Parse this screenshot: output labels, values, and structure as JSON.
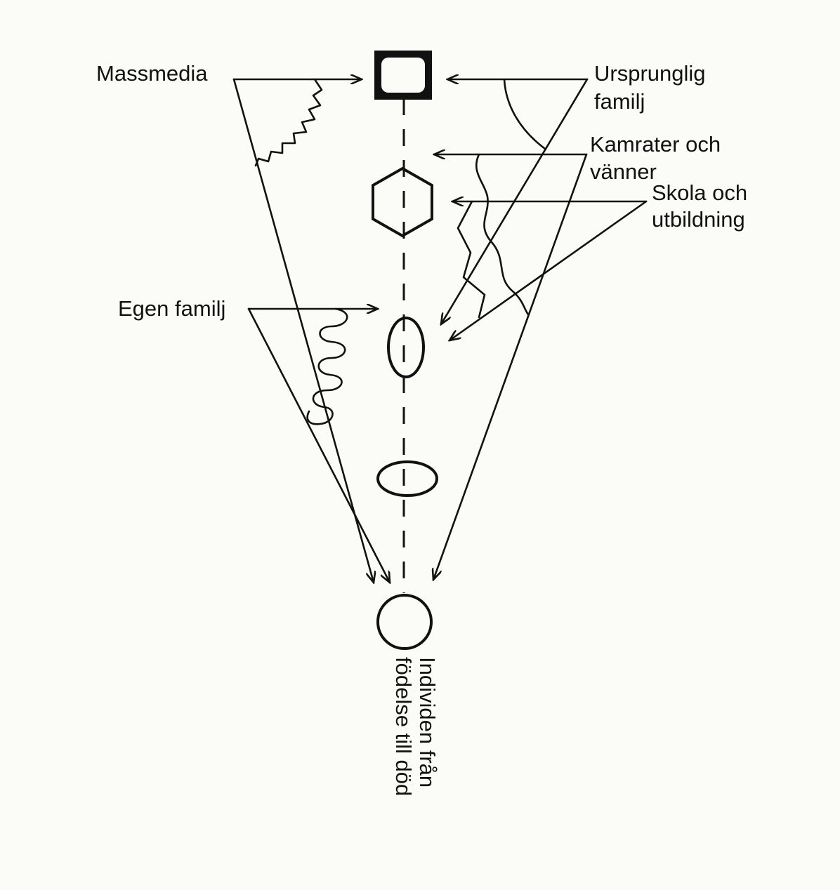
{
  "labels": {
    "massmedia": "Massmedia",
    "ursprunglig_familj_1": "Ursprunglig",
    "ursprunglig_familj_2": "familj",
    "kamrater_1": "Kamrater och",
    "kamrater_2": "vänner",
    "skola_1": "Skola och",
    "skola_2": "utbildning",
    "egen_familj": "Egen familj",
    "individ_1": "Individen från",
    "individ_2": "födelse till död"
  },
  "colors": {
    "ink": "#111111",
    "paper": "#fbfbf8"
  }
}
